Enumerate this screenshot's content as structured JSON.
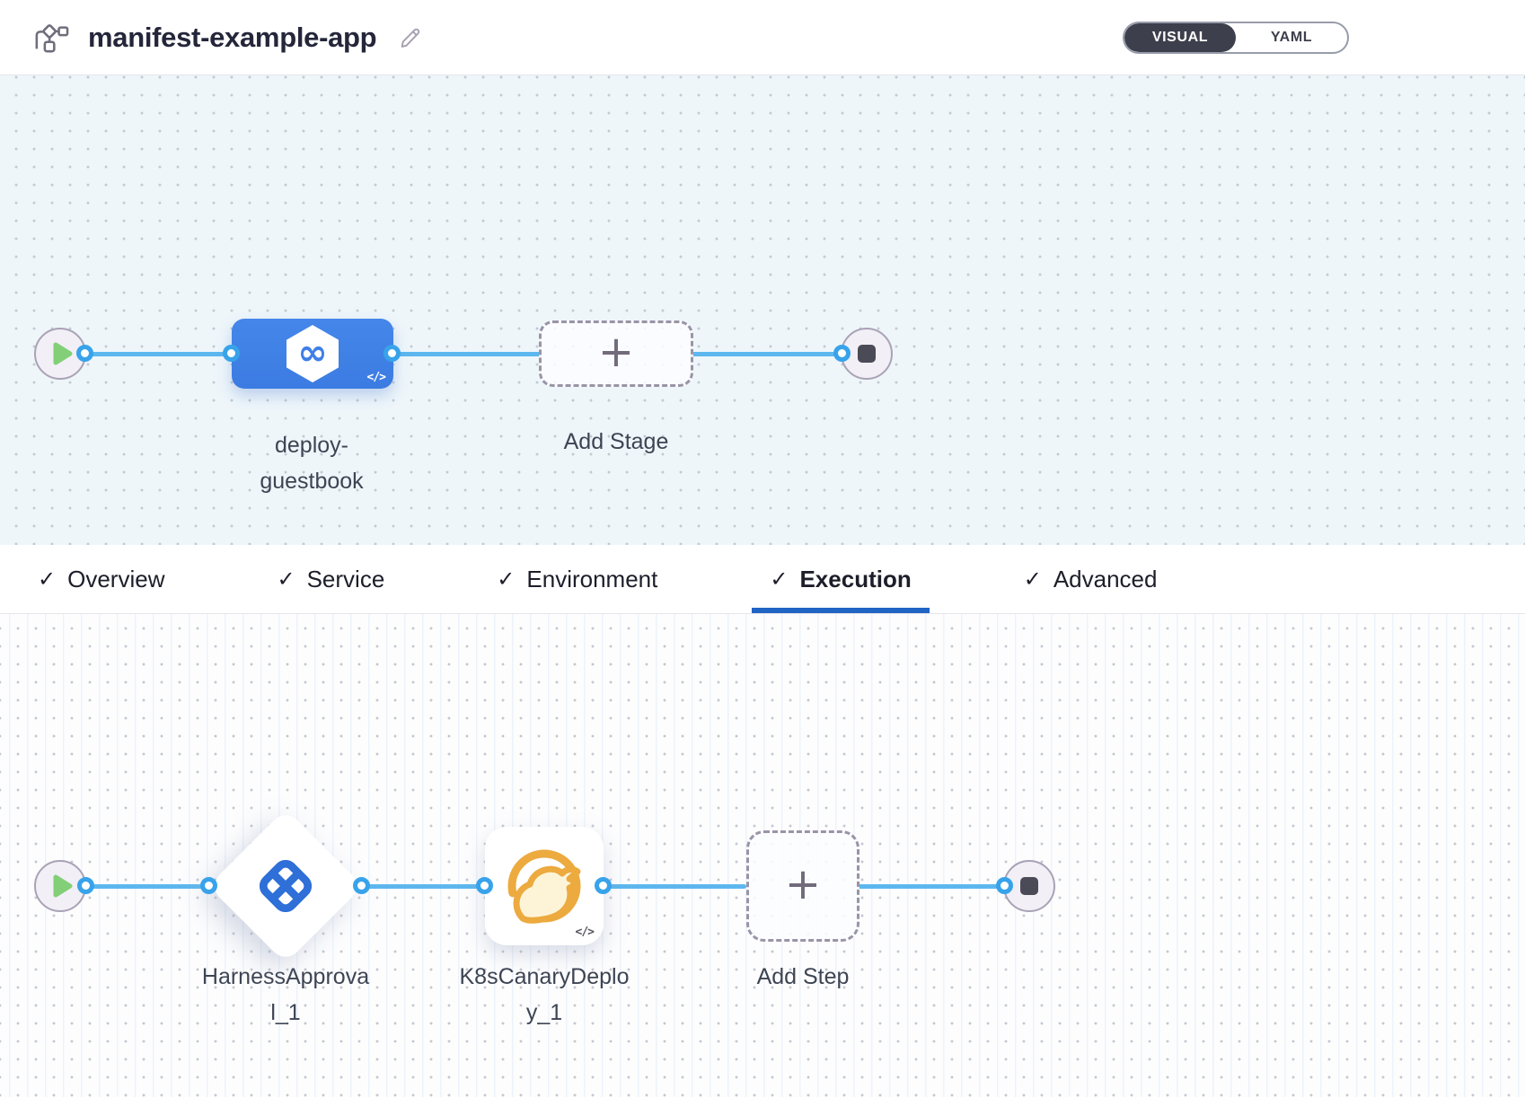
{
  "header": {
    "title": "manifest-example-app",
    "view_toggle": {
      "visual_label": "VISUAL",
      "yaml_label": "YAML",
      "selected": "VISUAL"
    }
  },
  "glyphs": {
    "check": "✓",
    "plus": "+",
    "code": "</>",
    "infinity": "∞"
  },
  "stage_pipeline": {
    "stages": [
      {
        "name": "deploy-guestbook",
        "type": "cd-stage"
      }
    ],
    "add_stage_label": "Add Stage"
  },
  "tabs": {
    "items": [
      {
        "label": "Overview",
        "checked": true,
        "active": false
      },
      {
        "label": "Service",
        "checked": true,
        "active": false
      },
      {
        "label": "Environment",
        "checked": true,
        "active": false
      },
      {
        "label": "Execution",
        "checked": true,
        "active": true
      },
      {
        "label": "Advanced",
        "checked": true,
        "active": false
      }
    ]
  },
  "execution_pipeline": {
    "steps": [
      {
        "name": "HarnessApproval_1",
        "type": "harness-approval"
      },
      {
        "name": "K8sCanaryDeploy_1",
        "type": "k8s-canary-deploy"
      }
    ],
    "add_step_label": "Add Step"
  },
  "colors": {
    "stage_node_blue": "#417fe5",
    "connector_blue": "#5db7ee",
    "active_tab_underline": "#2064c4",
    "play_green": "#82cf77",
    "canary_amber": "#ecaa3f",
    "approval_blue": "#2e6fd8",
    "toggle_dark": "#3e3f4c"
  }
}
